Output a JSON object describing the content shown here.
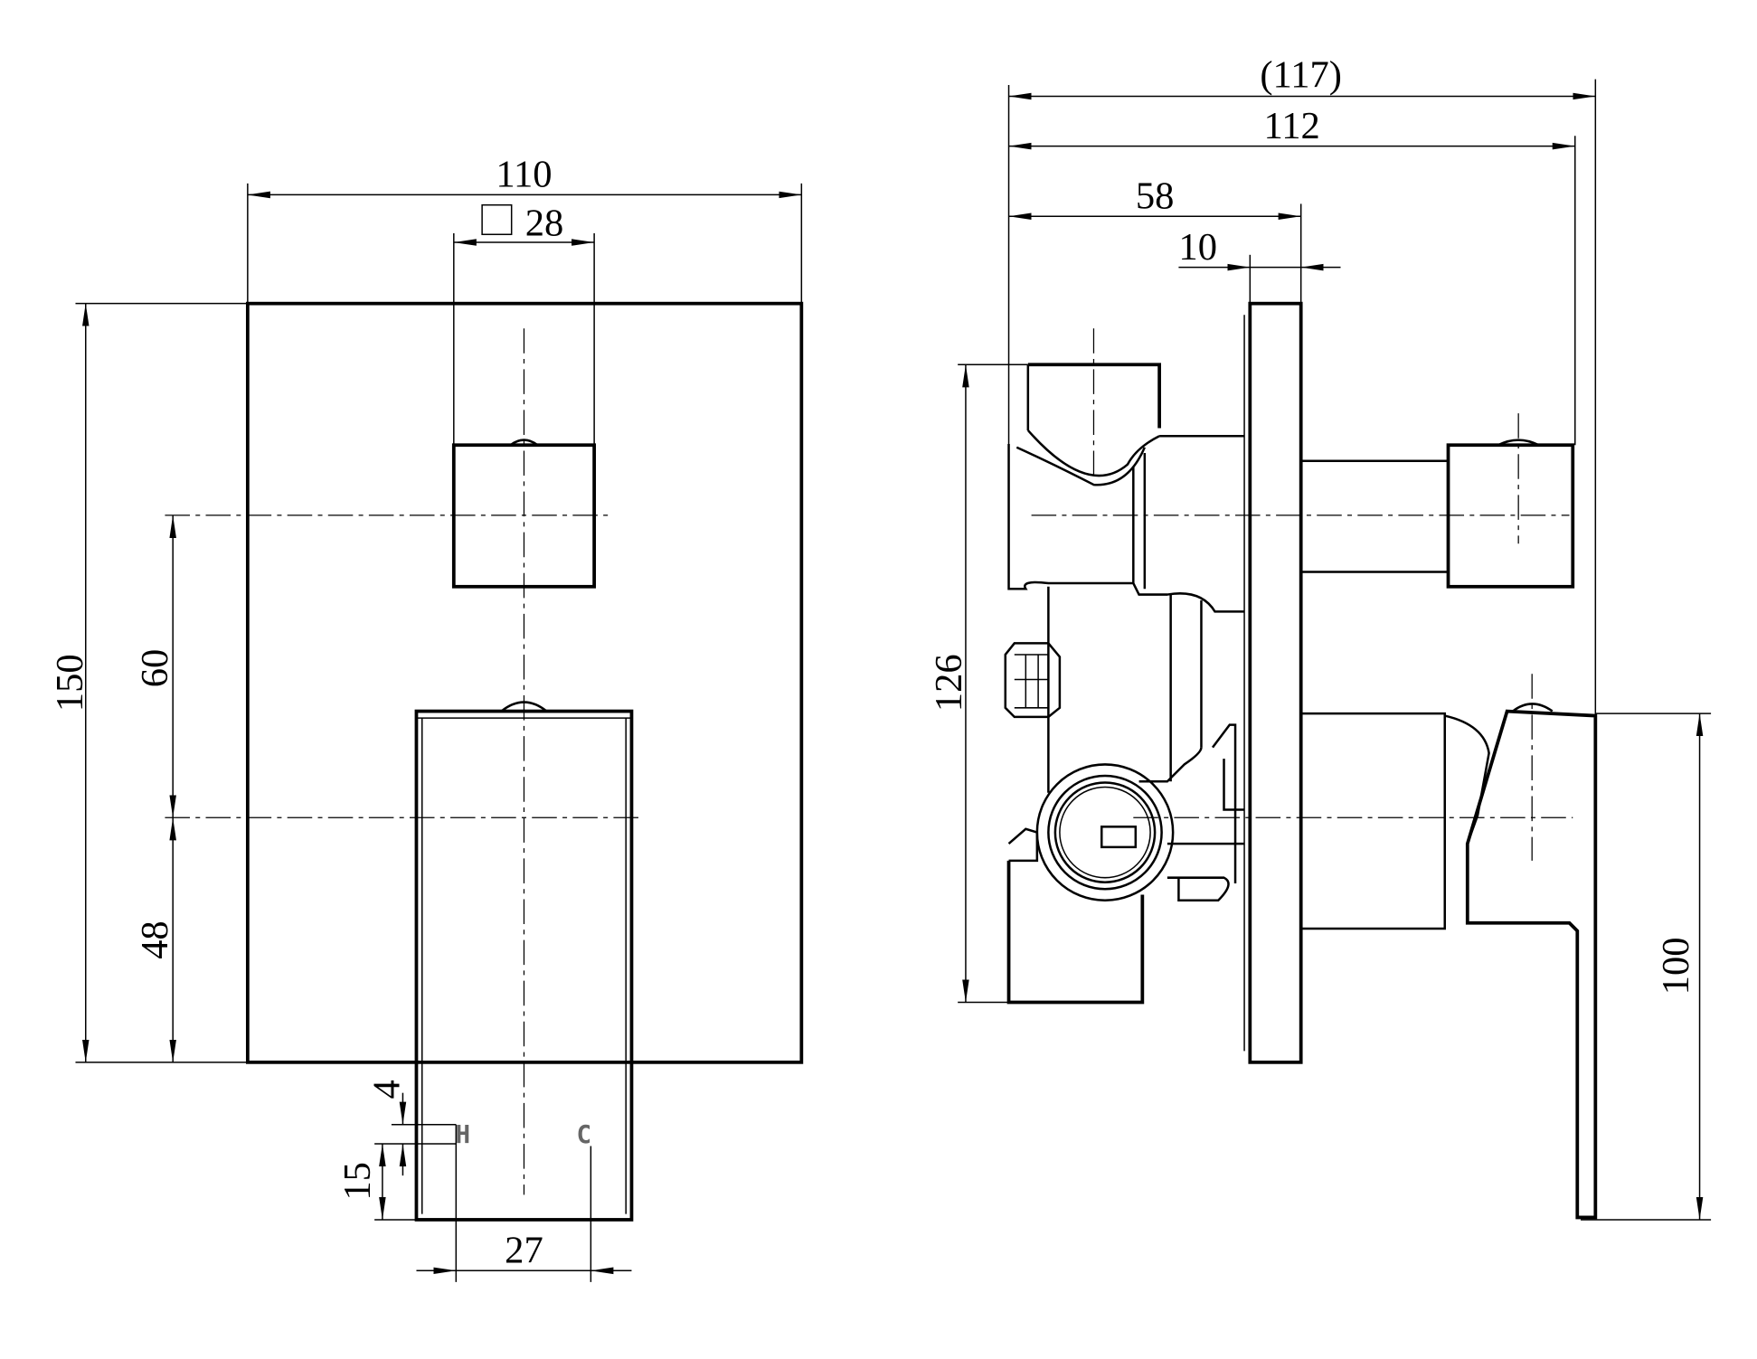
{
  "front_view": {
    "dimensions": {
      "width": "110",
      "handle_square": "28",
      "height": "150",
      "knob_to_lever": "60",
      "lever_to_bottom": "48",
      "hc_offset": "4",
      "hc_to_lever_end": "15",
      "hc_spacing": "27"
    },
    "labels": {
      "hot": "H",
      "cold": "C"
    }
  },
  "side_view": {
    "dimensions": {
      "overall_depth_ref": "(117)",
      "depth_to_knob": "112",
      "body_depth": "58",
      "plate_thickness": "10",
      "body_height": "126",
      "lever_length": "100"
    }
  },
  "colors": {
    "line": "#000000",
    "hc_label": "#666666"
  }
}
